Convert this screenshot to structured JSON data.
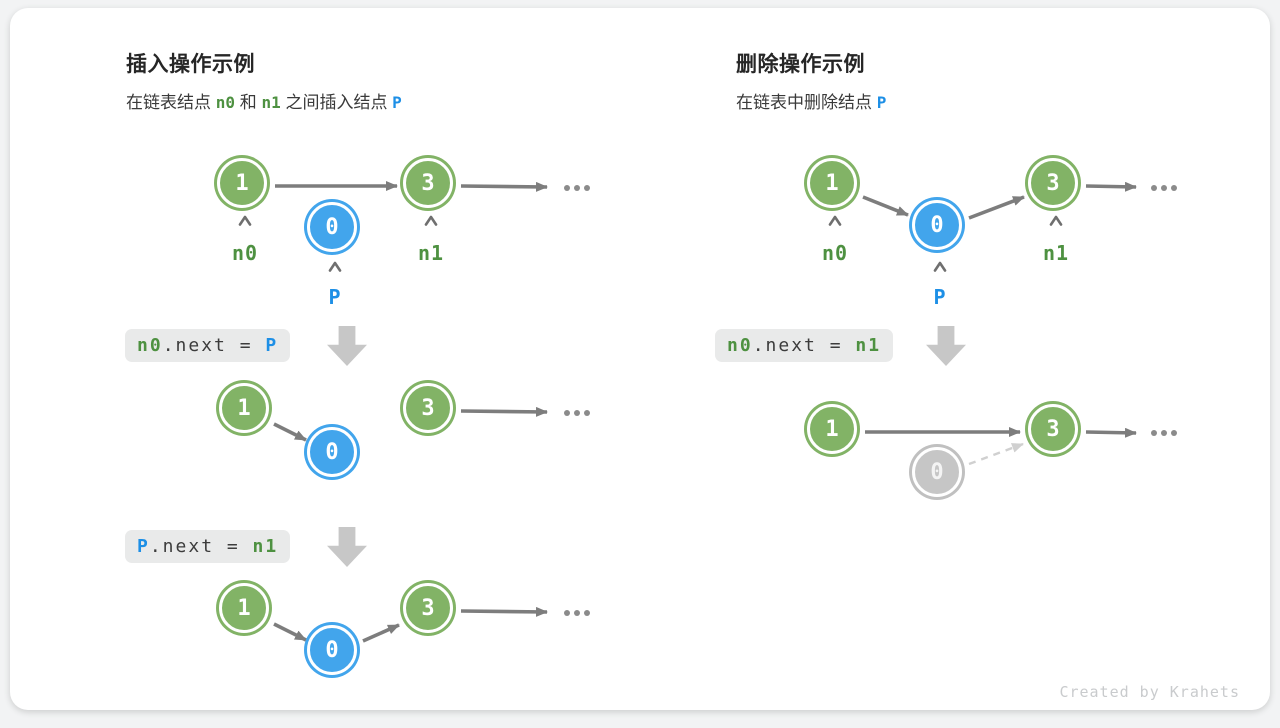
{
  "card": {
    "credit": "Created by Krahets"
  },
  "colors": {
    "node_green": "#82b366",
    "node_blue": "#42a5ec",
    "node_gray": "#c6c6c6",
    "label_green": "#4e9141",
    "label_blue": "#1d8fe6",
    "arrow_gray": "#7d7d7d",
    "dashed_gray": "#d0d0d0",
    "code_bg": "#e9eaea"
  },
  "insert": {
    "title": "插入操作示例",
    "subtitle": {
      "t1": "在链表结点 ",
      "v1": "n0",
      "t2": " 和 ",
      "v2": "n1",
      "t3": " 之间插入结点 ",
      "v3": "P"
    },
    "nodes": {
      "n0_val": "1",
      "p_val": "0",
      "n1_val": "3"
    },
    "pointers": {
      "n0": "n0",
      "p": "P",
      "n1": "n1"
    },
    "code1": {
      "v1": "n0",
      "mid": ".next = ",
      "v2": "P"
    },
    "code2": {
      "v1": "P",
      "mid": ".next = ",
      "v2": "n1"
    }
  },
  "delete": {
    "title": "删除操作示例",
    "subtitle": {
      "t1": "在链表中删除结点 ",
      "v1": "P"
    },
    "nodes": {
      "n0_val": "1",
      "p_val": "0",
      "n1_val": "3"
    },
    "pointers": {
      "n0": "n0",
      "p": "P",
      "n1": "n1"
    },
    "code1": {
      "v1": "n0",
      "mid": ".next = ",
      "v2": "n1"
    }
  }
}
